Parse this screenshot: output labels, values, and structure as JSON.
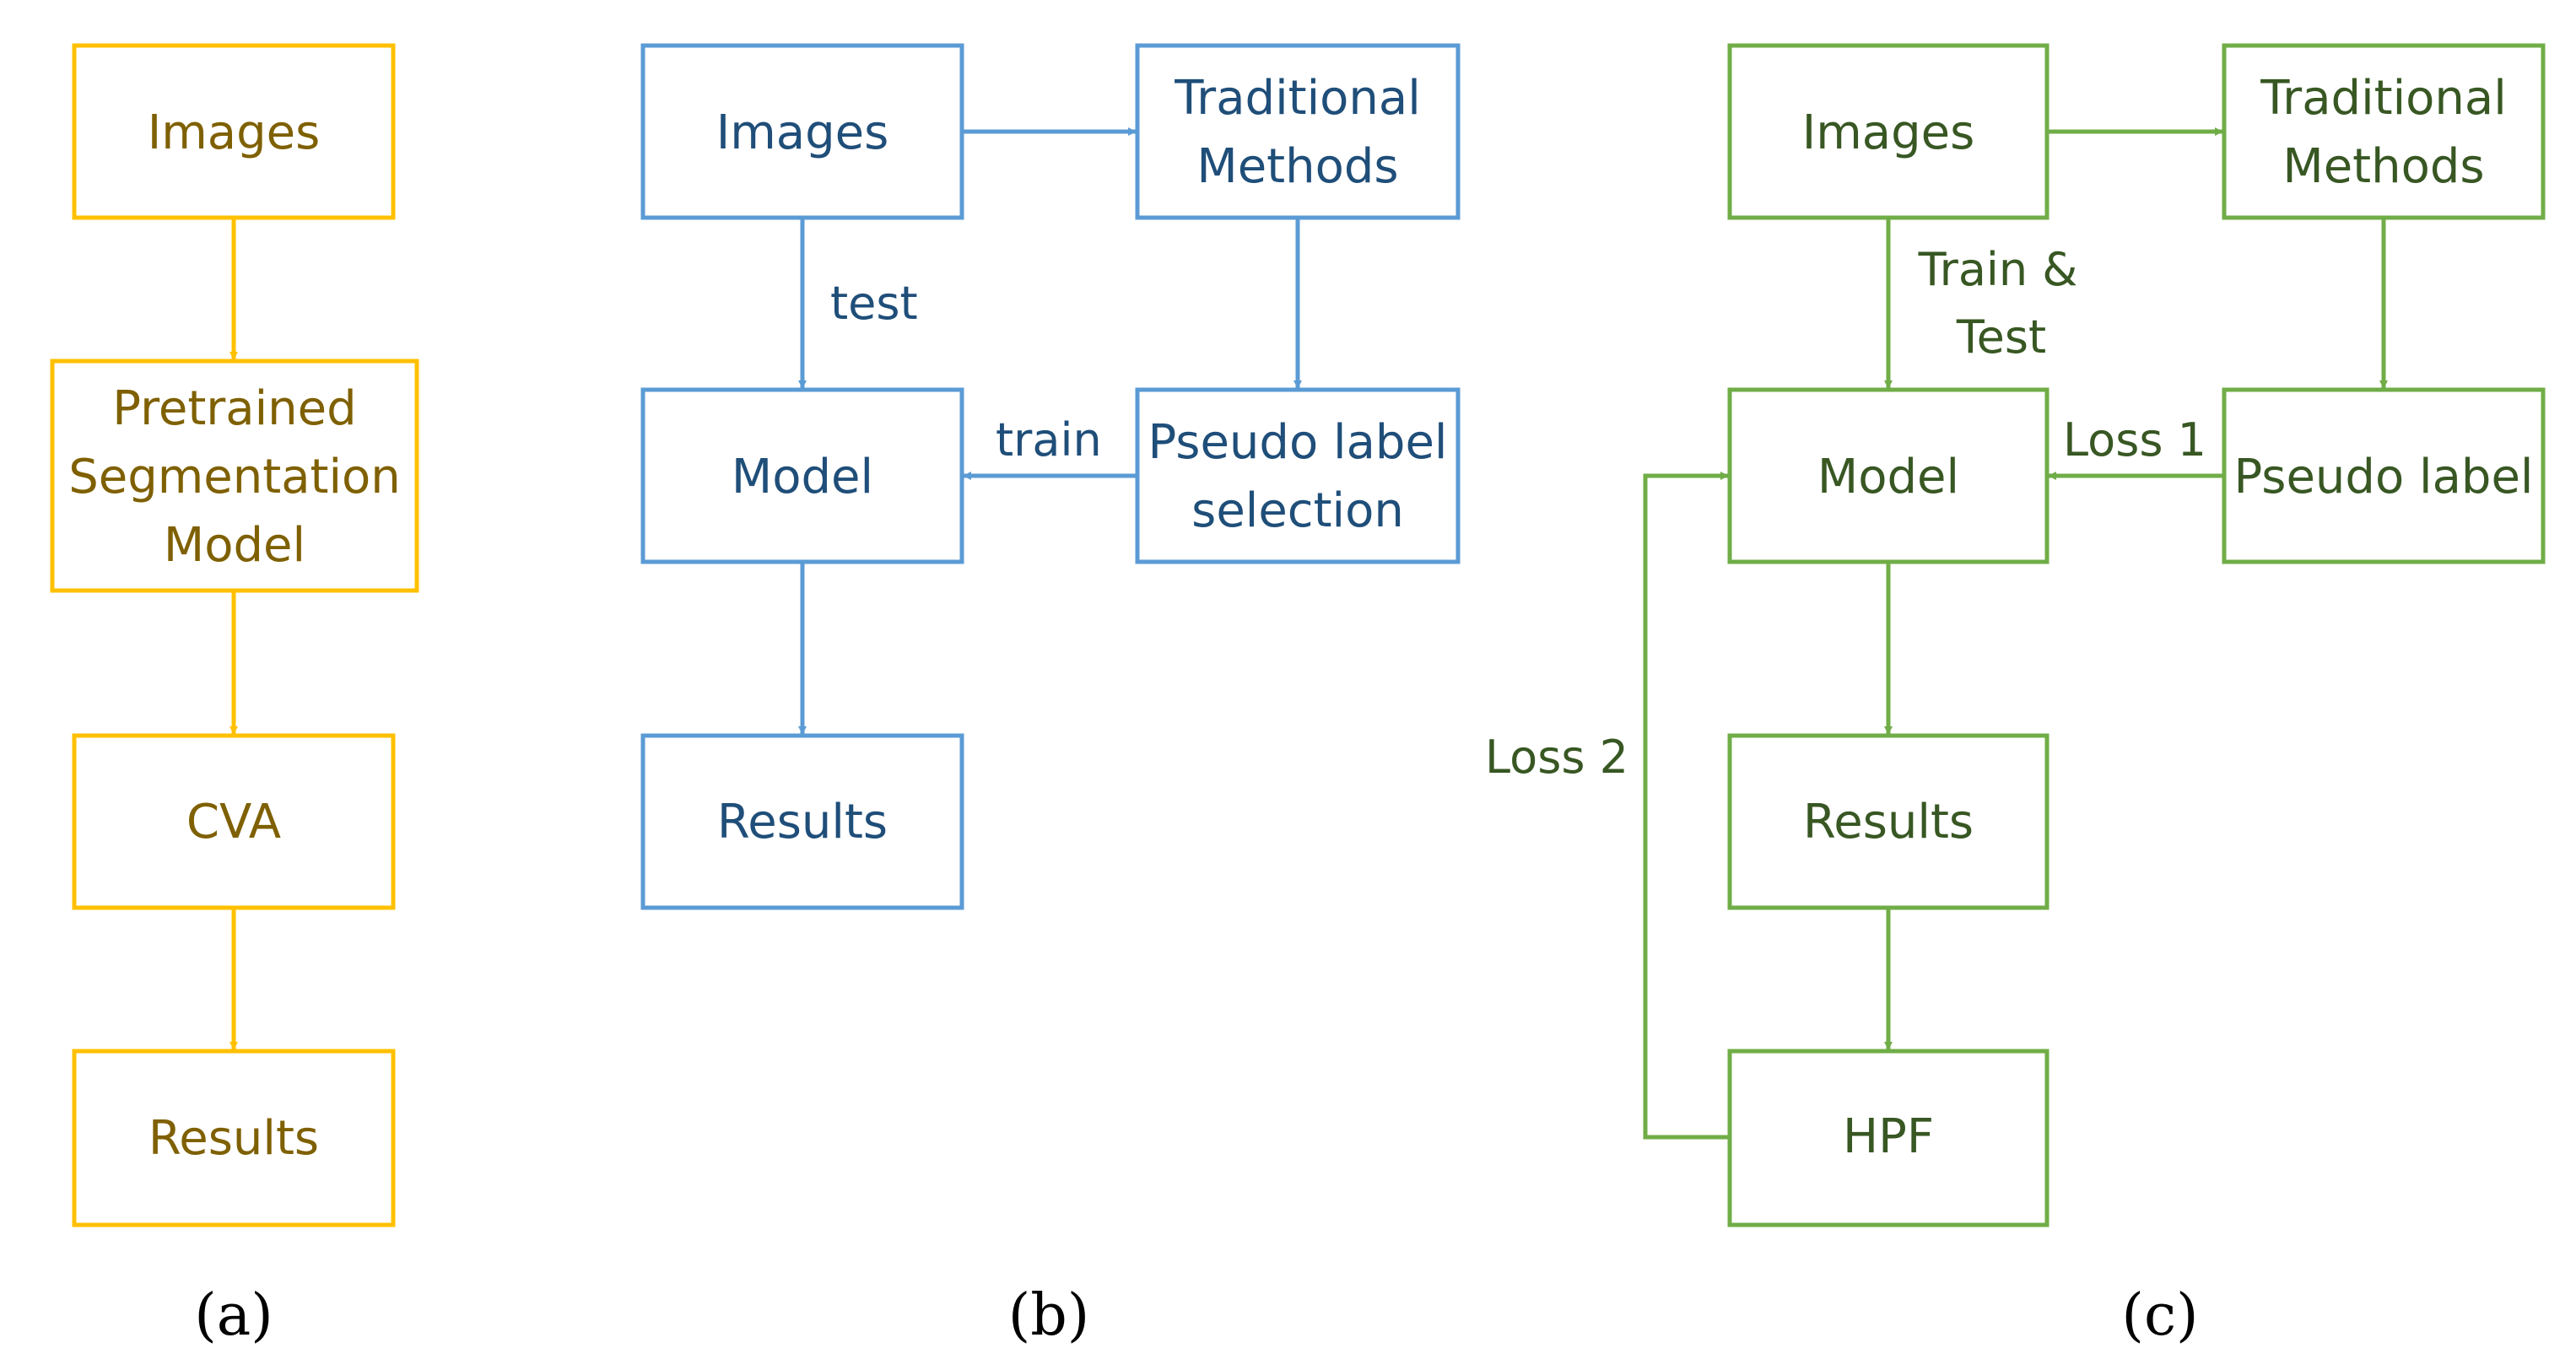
{
  "colors": {
    "yellow_stroke": "#FFC000",
    "yellow_text": "#7F6000",
    "blue_stroke": "#5B9BD5",
    "blue_text": "#1F4E79",
    "green_stroke": "#70AD47",
    "green_text": "#385723"
  },
  "panel_a": {
    "caption": "(a)",
    "images": "Images",
    "pretrained": [
      "Pretrained",
      "Segmentation",
      "Model"
    ],
    "cva": "CVA",
    "results": "Results"
  },
  "panel_b": {
    "caption": "(b)",
    "images": "Images",
    "traditional": [
      "Traditional",
      "Methods"
    ],
    "model": "Model",
    "pseudo": [
      "Pseudo label",
      "selection"
    ],
    "results": "Results",
    "label_test": "test",
    "label_train": "train"
  },
  "panel_c": {
    "caption": "(c)",
    "images": "Images",
    "traditional": [
      "Traditional",
      "Methods"
    ],
    "model": "Model",
    "pseudo": "Pseudo label",
    "results": "Results",
    "hpf": "HPF",
    "label_train_test": [
      "Train &",
      "Test"
    ],
    "label_loss1": "Loss 1",
    "label_loss2": "Loss 2"
  }
}
